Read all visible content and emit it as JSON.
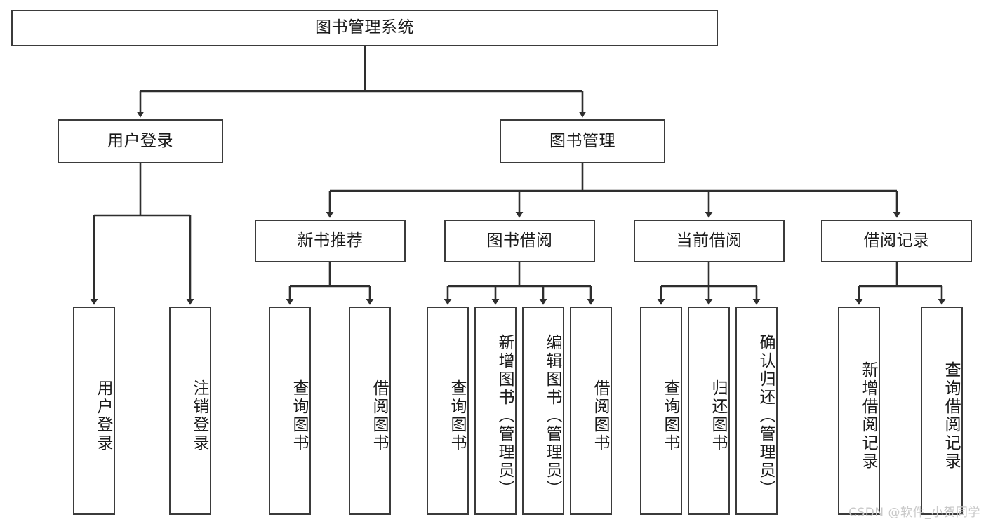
{
  "diagram": {
    "title": "图书管理系统",
    "background_color": "#ffffff",
    "line_color": "#3b3b3b",
    "text_color": "#1a1a1a",
    "root": {
      "label": "图书管理系统"
    },
    "level2": [
      {
        "label": "用户登录"
      },
      {
        "label": "图书管理"
      }
    ],
    "level3": [
      {
        "label": "新书推荐"
      },
      {
        "label": "图书借阅"
      },
      {
        "label": "当前借阅"
      },
      {
        "label": "借阅记录"
      }
    ],
    "leaves": {
      "user_login": [
        {
          "label": "用户登录"
        },
        {
          "label": "注销登录"
        }
      ],
      "new_book_recommend": [
        {
          "label": "查询图书"
        },
        {
          "label": "借阅图书"
        }
      ],
      "book_borrow": [
        {
          "label": "查询图书"
        },
        {
          "label": "新增图书（管理员）"
        },
        {
          "label": "编辑图书（管理员）"
        },
        {
          "label": "借阅图书"
        }
      ],
      "current_borrow": [
        {
          "label": "查询图书"
        },
        {
          "label": "归还图书"
        },
        {
          "label": "确认归还（管理员）"
        }
      ],
      "borrow_record": [
        {
          "label": "新增借阅记录"
        },
        {
          "label": "查询借阅记录"
        }
      ]
    }
  },
  "watermark": {
    "text": "CSDN @软件_小贺同学",
    "color": "#c9c9c9"
  }
}
